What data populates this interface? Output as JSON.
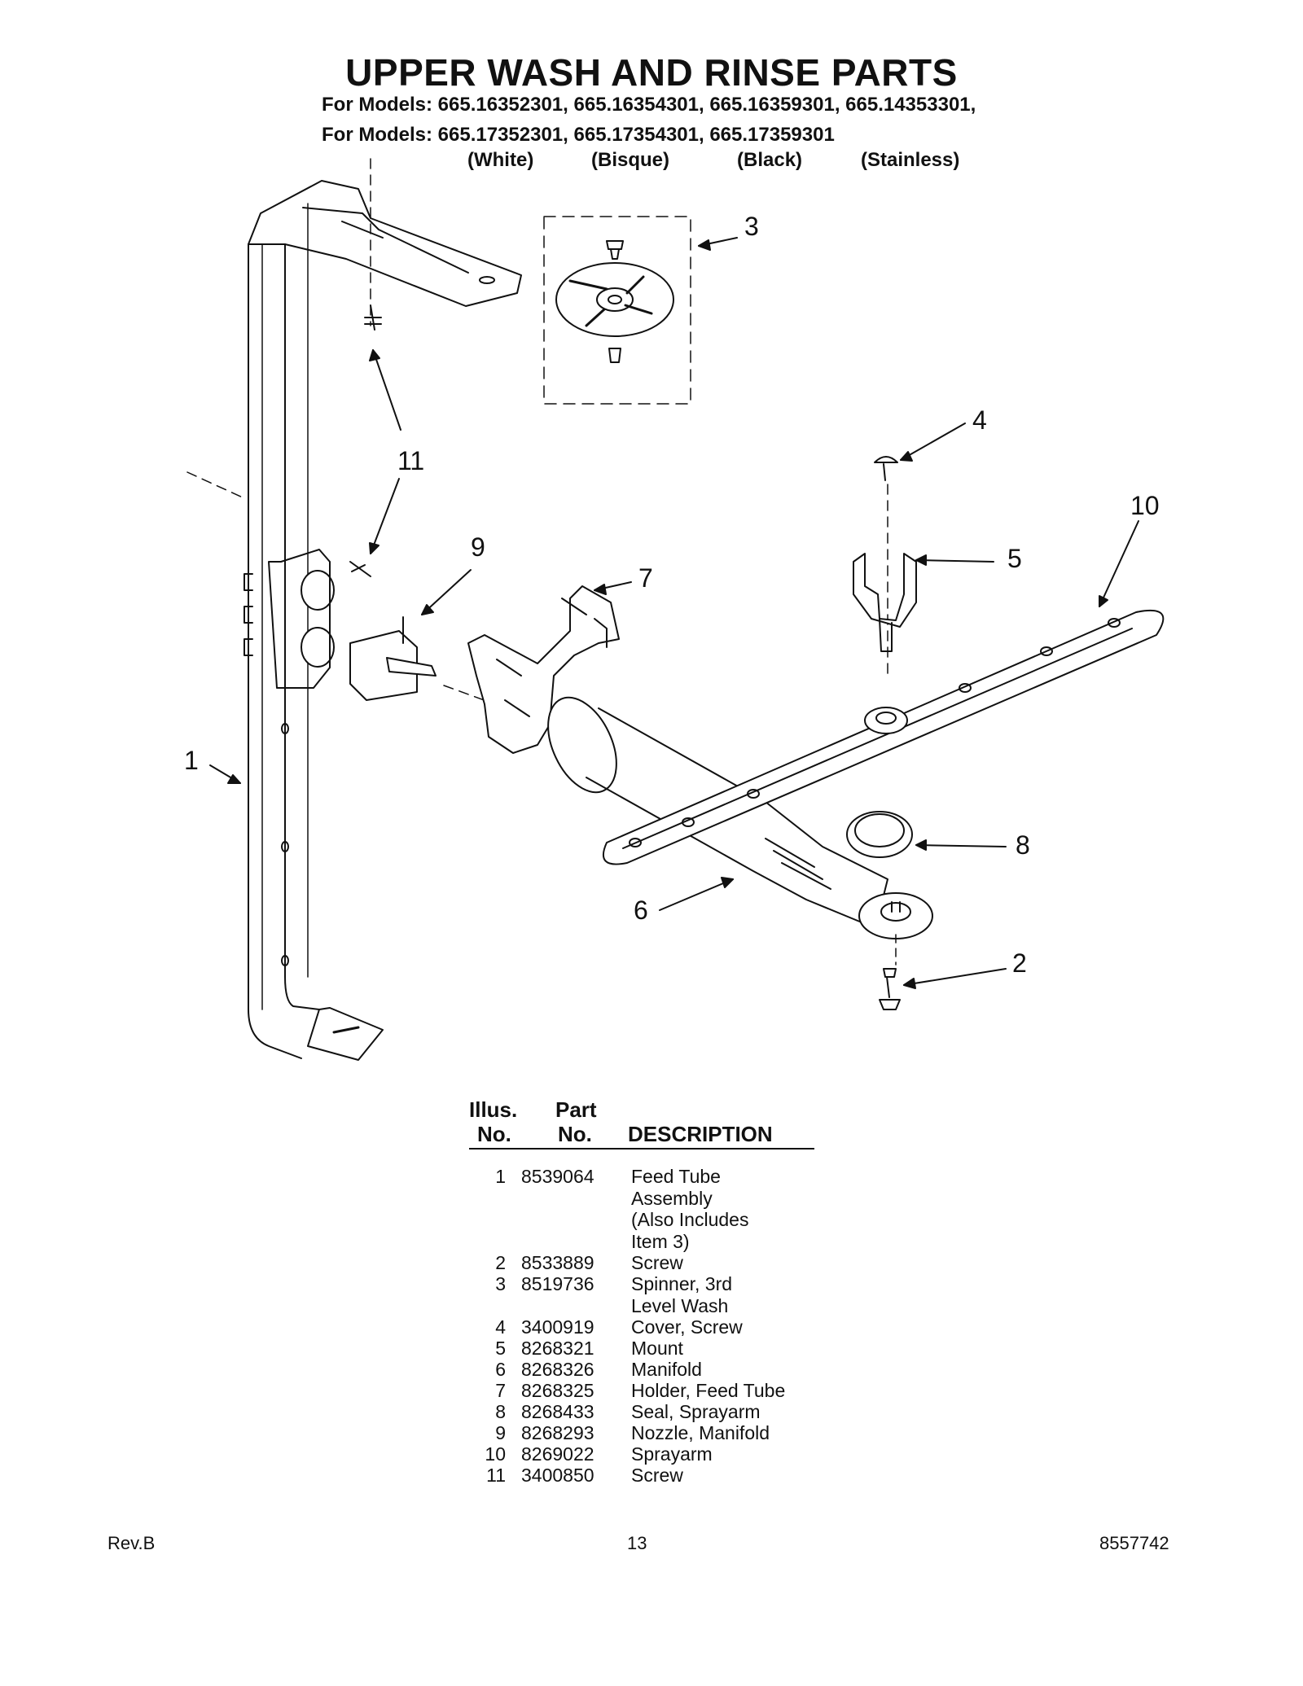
{
  "header": {
    "title": "UPPER WASH AND RINSE PARTS",
    "models_line1": "For Models: 665.16352301, 665.16354301, 665.16359301, 665.14353301,",
    "models_line2": "For Models: 665.17352301, 665.17354301, 665.17359301",
    "finishes": [
      "(White)",
      "(Bisque)",
      "(Black)",
      "(Stainless)"
    ]
  },
  "callouts": [
    "1",
    "2",
    "3",
    "4",
    "5",
    "6",
    "7",
    "8",
    "9",
    "10",
    "11"
  ],
  "table": {
    "head_illus_1": "Illus.",
    "head_illus_2": "No.",
    "head_part_1": "Part",
    "head_part_2": "No.",
    "head_desc": "DESCRIPTION",
    "rows": [
      {
        "illus": "1",
        "part": "8539064",
        "desc": "Feed Tube\nAssembly\n(Also Includes\nItem 3)"
      },
      {
        "illus": "2",
        "part": "8533889",
        "desc": "Screw"
      },
      {
        "illus": "3",
        "part": "8519736",
        "desc": "Spinner, 3rd\nLevel Wash"
      },
      {
        "illus": "4",
        "part": "3400919",
        "desc": "Cover, Screw"
      },
      {
        "illus": "5",
        "part": "8268321",
        "desc": "Mount"
      },
      {
        "illus": "6",
        "part": "8268326",
        "desc": "Manifold"
      },
      {
        "illus": "7",
        "part": "8268325",
        "desc": "Holder, Feed Tube"
      },
      {
        "illus": "8",
        "part": "8268433",
        "desc": "Seal, Sprayarm"
      },
      {
        "illus": "9",
        "part": "8268293",
        "desc": "Nozzle, Manifold"
      },
      {
        "illus": "10",
        "part": "8269022",
        "desc": "Sprayarm"
      },
      {
        "illus": "11",
        "part": "3400850",
        "desc": "Screw"
      }
    ]
  },
  "footer": {
    "rev": "Rev.B",
    "page": "13",
    "doc_number": "8557742"
  }
}
